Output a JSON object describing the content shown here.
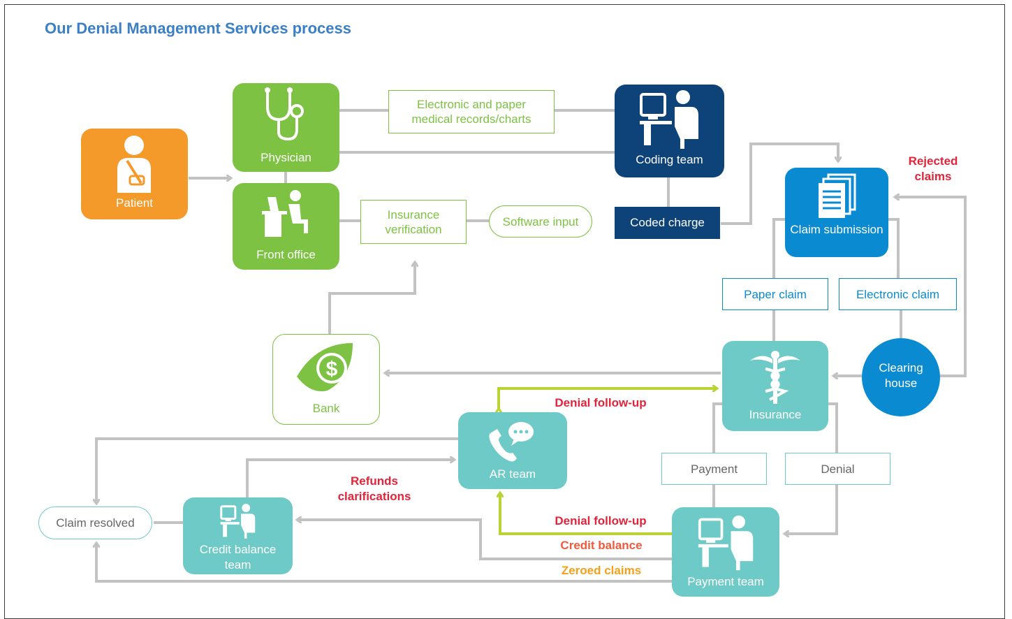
{
  "title": "Our Denial Management Services process",
  "colors": {
    "orange": "#f39a2b",
    "green": "#7dc242",
    "navy": "#0d4379",
    "blue": "#0a8bd1",
    "teal": "#6ecac7",
    "connector": "#c2c2c2",
    "highlight": "#b8d432",
    "red": "#e2243a",
    "orange_text": "#f5a01a",
    "red_orange_text": "#ef5a3c"
  },
  "nodes": {
    "patient": "Patient",
    "physician": "Physician",
    "front_office": "Front office",
    "coding_team": "Coding team",
    "coded_charge": "Coded charge",
    "claim_submission": "Claim submission",
    "clearing_house": "Clearing house",
    "insurance": "Insurance",
    "bank": "Bank",
    "ar_team": "AR team",
    "credit_balance_team": "Credit balance team",
    "payment_team": "Payment team",
    "claim_resolved": "Claim resolved"
  },
  "tags": {
    "records": "Electronic and paper medical records/charts",
    "insurance_verification": "Insurance verification",
    "software_input": "Software input",
    "paper_claim": "Paper claim",
    "electronic_claim": "Electronic claim",
    "payment": "Payment",
    "denial": "Denial"
  },
  "flow_labels": {
    "rejected_claims": "Rejected claims",
    "denial_followup_top": "Denial follow-up",
    "refunds": "Refunds clarifications",
    "denial_followup_bottom": "Denial follow-up",
    "credit_balance": "Credit balance",
    "zeroed_claims": "Zeroed claims"
  },
  "icons": {
    "patient": "patient-icon",
    "physician": "stethoscope-icon",
    "front_office": "desk-worker-icon",
    "coding_team": "computer-worker-icon",
    "claim_submission": "documents-icon",
    "insurance": "caduceus-icon",
    "bank": "dollar-icon",
    "ar_team": "phone-chat-icon",
    "credit_balance_team": "computer-worker-icon",
    "payment_team": "computer-worker-icon"
  }
}
